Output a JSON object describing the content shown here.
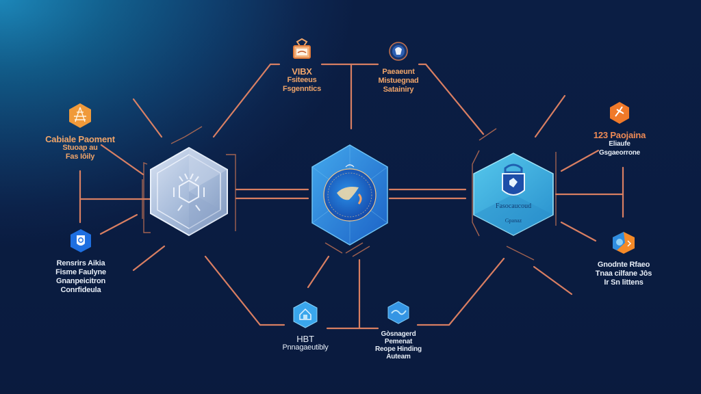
{
  "diagram": {
    "central_hubs": [
      {
        "id": "hub-left",
        "label": "",
        "style": "silver-hexagon"
      },
      {
        "id": "hub-center",
        "label": "",
        "style": "blue-hexagon-with-globe-seal"
      },
      {
        "id": "hub-right",
        "label": "Fasocaucoud",
        "sublabel": "Gpanaz",
        "style": "cyan-hexagon-with-shield"
      }
    ],
    "nodes": [
      {
        "id": "top-left",
        "title": "VIBX",
        "lines": [
          "Fsiteeus",
          "Fsgenntics"
        ],
        "icon": "box-icon",
        "color": "orange"
      },
      {
        "id": "top-right",
        "title": "Paeaeunt",
        "lines": [
          "Mistuegnad",
          "Satainiry"
        ],
        "icon": "badge-icon",
        "color": "orange"
      },
      {
        "id": "left-top",
        "title": "Cabiale Paoment",
        "lines": [
          "Stuoap au",
          "Fas Iôily"
        ],
        "icon": "tower-icon",
        "color": "orange"
      },
      {
        "id": "left-bottom",
        "title": "Rensrirs Aikia",
        "lines": [
          "Fisme Faulyne",
          "Gnanpeicitron",
          "Conrfideula"
        ],
        "icon": "shield-icon",
        "color": "white"
      },
      {
        "id": "right-top",
        "title": "123 Paojaina",
        "lines": [
          "Eliaufe",
          "Gsgaeorrone"
        ],
        "icon": "star-icon",
        "color": "orange"
      },
      {
        "id": "right-bottom",
        "title": "Gnodnte Rfaeo",
        "lines": [
          "Tnaa cilfane Jôs",
          "Ir Sn littens"
        ],
        "icon": "cube-icon",
        "color": "white"
      },
      {
        "id": "bottom-left",
        "title": "HBT",
        "lines": [
          "Pnnagaeutibly"
        ],
        "icon": "house-hex-icon",
        "color": "white"
      },
      {
        "id": "bottom-right",
        "title": "Gòsnagerd",
        "lines": [
          "Pemenat",
          "Reope Hinding",
          "Auteam"
        ],
        "icon": "wave-hex-icon",
        "color": "white"
      }
    ],
    "colors": {
      "background_dark": "#0b1c40",
      "background_glow": "#1c86b8",
      "connector": "#f08a66",
      "text_orange": "#f0a56a",
      "text_white": "#e6edf6"
    }
  }
}
